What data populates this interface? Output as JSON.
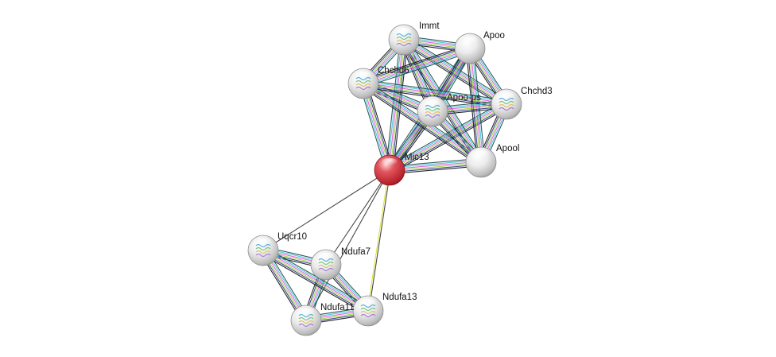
{
  "network": {
    "colors": {
      "edge_palette": [
        "#1f4a4a",
        "#37c7d6",
        "#e053e0",
        "#9ed43a",
        "#2c3a8a",
        "#111111"
      ],
      "query_node": "#d9343e",
      "node": "#e2e2e2",
      "yellow_edge": "#d6e02a",
      "grey_edge": "#333333"
    },
    "nodes": [
      {
        "id": "Mic13",
        "label": "Mic13",
        "query": true
      },
      {
        "id": "Immt",
        "label": "Immt",
        "structure": true
      },
      {
        "id": "Apoo",
        "label": "Apoo"
      },
      {
        "id": "Chchd6",
        "label": "Chchd6",
        "structure": true
      },
      {
        "id": "Apoo-ps",
        "label": "Apoo-ps",
        "structure": true
      },
      {
        "id": "Chchd3",
        "label": "Chchd3",
        "structure": true
      },
      {
        "id": "Apool",
        "label": "Apool"
      },
      {
        "id": "Uqcr10",
        "label": "Uqcr10",
        "structure": true
      },
      {
        "id": "Ndufa7",
        "label": "Ndufa7",
        "structure": true
      },
      {
        "id": "Ndufa13",
        "label": "Ndufa13",
        "structure": true
      },
      {
        "id": "Ndufa11",
        "label": "Ndufa11",
        "structure": true
      }
    ],
    "edges": [
      {
        "source": "Mic13",
        "target": "Immt",
        "kind": "multi"
      },
      {
        "source": "Mic13",
        "target": "Apoo",
        "kind": "multi"
      },
      {
        "source": "Mic13",
        "target": "Chchd6",
        "kind": "multi"
      },
      {
        "source": "Mic13",
        "target": "Apoo-ps",
        "kind": "multi"
      },
      {
        "source": "Mic13",
        "target": "Chchd3",
        "kind": "multi"
      },
      {
        "source": "Mic13",
        "target": "Apool",
        "kind": "multi"
      },
      {
        "source": "Immt",
        "target": "Apoo",
        "kind": "multi"
      },
      {
        "source": "Immt",
        "target": "Chchd6",
        "kind": "multi"
      },
      {
        "source": "Immt",
        "target": "Apoo-ps",
        "kind": "multi"
      },
      {
        "source": "Immt",
        "target": "Chchd3",
        "kind": "multi"
      },
      {
        "source": "Immt",
        "target": "Apool",
        "kind": "multi"
      },
      {
        "source": "Apoo",
        "target": "Chchd6",
        "kind": "multi"
      },
      {
        "source": "Apoo",
        "target": "Apoo-ps",
        "kind": "multi"
      },
      {
        "source": "Apoo",
        "target": "Chchd3",
        "kind": "multi"
      },
      {
        "source": "Apoo",
        "target": "Apool",
        "kind": "multi"
      },
      {
        "source": "Chchd6",
        "target": "Apoo-ps",
        "kind": "multi"
      },
      {
        "source": "Chchd6",
        "target": "Chchd3",
        "kind": "multi"
      },
      {
        "source": "Chchd6",
        "target": "Apool",
        "kind": "multi"
      },
      {
        "source": "Apoo-ps",
        "target": "Chchd3",
        "kind": "multi"
      },
      {
        "source": "Apoo-ps",
        "target": "Apool",
        "kind": "multi"
      },
      {
        "source": "Chchd3",
        "target": "Apool",
        "kind": "multi"
      },
      {
        "source": "Mic13",
        "target": "Uqcr10",
        "kind": "single"
      },
      {
        "source": "Mic13",
        "target": "Ndufa7",
        "kind": "single"
      },
      {
        "source": "Mic13",
        "target": "Ndufa11",
        "kind": "single"
      },
      {
        "source": "Mic13",
        "target": "Ndufa13",
        "kind": "yellow"
      },
      {
        "source": "Uqcr10",
        "target": "Ndufa7",
        "kind": "multi"
      },
      {
        "source": "Uqcr10",
        "target": "Ndufa11",
        "kind": "multi"
      },
      {
        "source": "Ndufa7",
        "target": "Ndufa11",
        "kind": "multi"
      },
      {
        "source": "Ndufa7",
        "target": "Ndufa13",
        "kind": "multi"
      },
      {
        "source": "Ndufa11",
        "target": "Ndufa13",
        "kind": "multi"
      },
      {
        "source": "Uqcr10",
        "target": "Ndufa13",
        "kind": "multi"
      }
    ]
  }
}
